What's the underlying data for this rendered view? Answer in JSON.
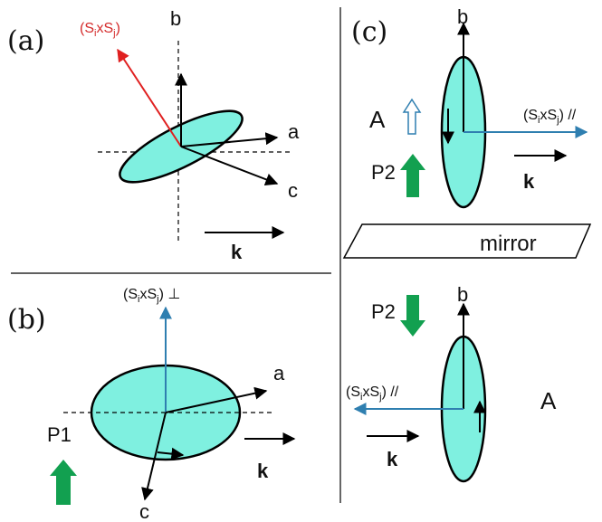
{
  "colors": {
    "ellipse_fill": "#7ff0e0",
    "vector_blue": "#2f7fb0",
    "vector_red": "#e02020",
    "polarization_green": "#12a050",
    "text_red": "#d42a2a"
  },
  "panel_a": {
    "label": "(a)",
    "axis_b": "b",
    "axis_a": "a",
    "axis_c": "c",
    "k": "k",
    "vec": {
      "main": "(S",
      "i": "i",
      "x": "xS",
      "j": "j",
      "close": ")"
    }
  },
  "panel_b": {
    "label": "(b)",
    "axis_a": "a",
    "axis_c": "c",
    "k": "k",
    "p1": "P1",
    "vec": {
      "main": "(S",
      "i": "i",
      "x": "xS",
      "j": "j",
      "close": ") ⊥"
    }
  },
  "panel_c": {
    "label": "(c)",
    "top": {
      "axis_b": "b",
      "A": "A",
      "p2": "P2",
      "k": "k",
      "vec": {
        "main": "(S",
        "i": "i",
        "x": "xS",
        "j": "j",
        "close": ") //"
      }
    },
    "mirror": "mirror",
    "bottom": {
      "axis_b": "b",
      "A": "A",
      "p2": "P2",
      "k": "k",
      "vec": {
        "main": "(S",
        "i": "i",
        "x": "xS",
        "j": "j",
        "close": ") //"
      }
    }
  }
}
